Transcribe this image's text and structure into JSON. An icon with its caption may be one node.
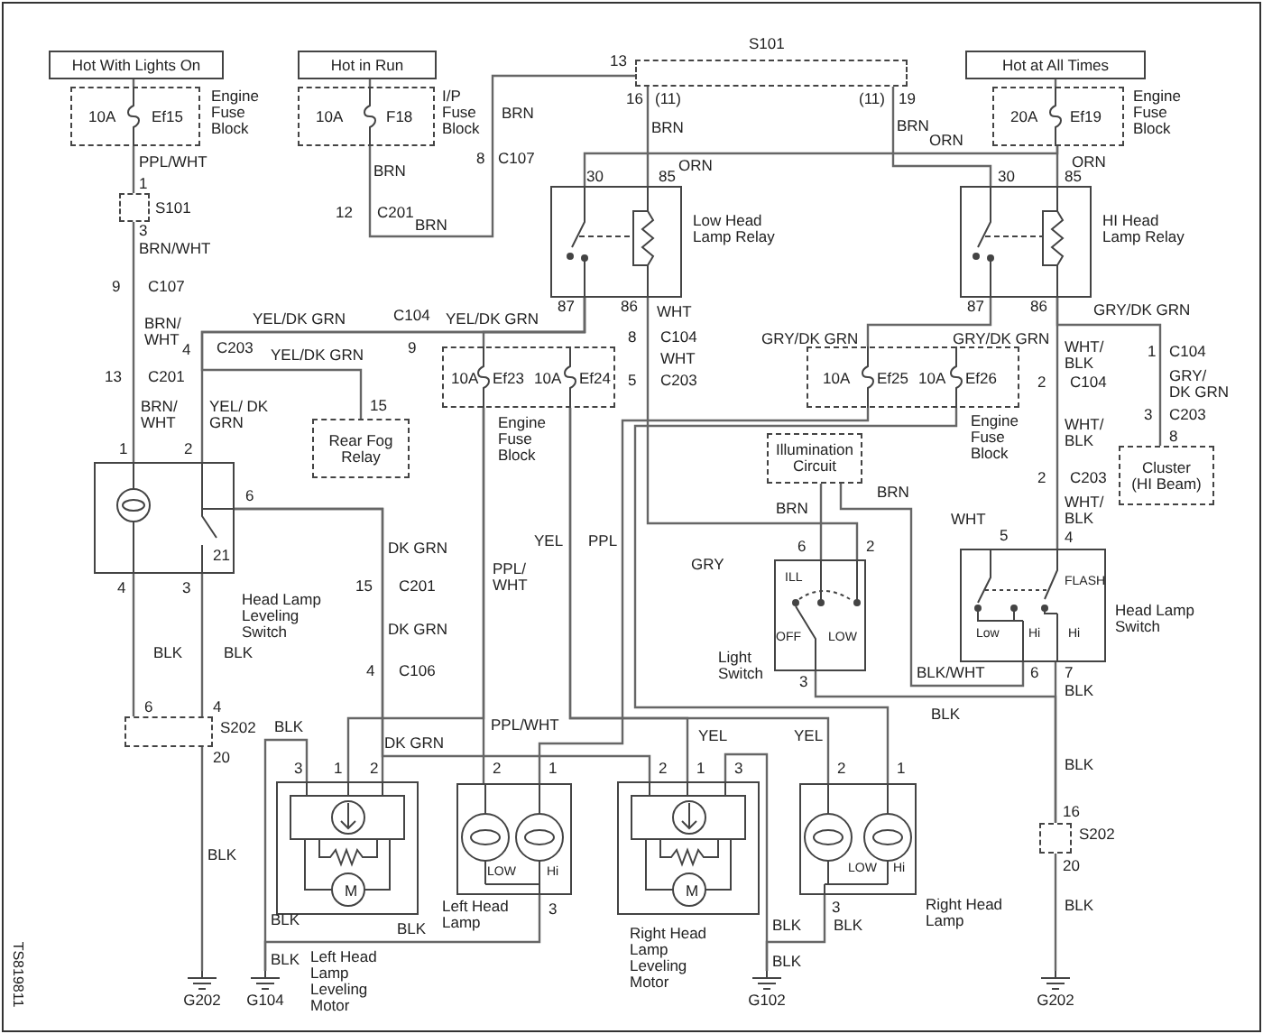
{
  "diagram": {
    "nodes": [
      {
        "text": [
          "Hot With Lights On"
        ]
      },
      {
        "text": [
          "10A",
          "Ef15"
        ],
        "beside": [
          "Engine Fuse Block"
        ]
      },
      {
        "text": [
          "Hot in Run"
        ]
      },
      {
        "text": [
          "10A",
          "F18"
        ],
        "beside": [
          "I/P Fuse Block"
        ]
      },
      {
        "text": [],
        "shape": "box",
        "beside": [
          "S101"
        ]
      },
      {
        "text": [
          "Hot at All Times"
        ]
      },
      {
        "text": [
          "20A",
          "Ef19"
        ],
        "beside": [
          "Engine Fuse Block"
        ]
      },
      {
        "text": [],
        "shape": "box",
        "beside": [
          "S101"
        ]
      },
      {
        "text": [],
        "shape": "box",
        "beside": [
          "Low Head Lamp Relay"
        ]
      },
      {
        "text": [],
        "shape": "box",
        "beside": [
          "HI Head Lamp Relay"
        ]
      },
      {
        "text": [
          "Rear Fog Relay"
        ]
      },
      {
        "text": [
          "10A",
          "Ef23",
          "10A",
          "Ef24"
        ],
        "beside": [
          "Engine Fuse Block"
        ]
      },
      {
        "text": [
          "10A",
          "Ef25",
          "10A",
          "Ef26"
        ],
        "beside": [
          "Engine Fuse Block"
        ]
      },
      {
        "text": [
          "Cluster (HI Beam)"
        ]
      },
      {
        "text": [],
        "shape": "box",
        "beside": [
          "Head Lamp Leveling Switch"
        ]
      },
      {
        "text": [
          "Illumination Circuit"
        ]
      },
      {
        "text": [],
        "shape": "box",
        "beside": [
          "Light Switch"
        ]
      },
      {
        "text": [],
        "shape": "box",
        "beside": [
          "Head Lamp Switch"
        ]
      },
      {
        "text": [],
        "shape": "box",
        "beside": [
          "S202"
        ]
      },
      {
        "text": [],
        "shape": "box",
        "beside": [
          "S202"
        ]
      },
      {
        "text": [
          "M"
        ],
        "beside": [
          "Left Head Lamp Leveling Motor"
        ]
      },
      {
        "text": [],
        "shape": "box",
        "beside": [
          "Left Head Lamp"
        ]
      },
      {
        "text": [
          "M"
        ],
        "beside": [
          "Right Head Lamp Leveling Motor"
        ]
      },
      {
        "text": [],
        "shape": "box",
        "beside": [
          "Right Head Lamp"
        ]
      },
      {
        "text": [
          "G202"
        ]
      },
      {
        "text": [
          "G104"
        ]
      },
      {
        "text": [
          "G102"
        ]
      },
      {
        "text": [
          "G202"
        ]
      }
    ],
    "edges": [
      {
        "from": 0,
        "to": 1,
        "arrow": "none"
      },
      {
        "from": 1,
        "to": 7,
        "arrow": "none"
      },
      {
        "from": 7,
        "to": 14,
        "arrow": "none"
      },
      {
        "from": 2,
        "to": 3,
        "arrow": "none"
      },
      {
        "from": 3,
        "to": 4,
        "arrow": "none"
      },
      {
        "from": 4,
        "to": 8,
        "arrow": "none"
      },
      {
        "from": 4,
        "to": 9,
        "arrow": "none"
      },
      {
        "from": 5,
        "to": 6,
        "arrow": "none"
      },
      {
        "from": 6,
        "to": 9,
        "arrow": "none"
      },
      {
        "from": 6,
        "to": 8,
        "arrow": "none"
      },
      {
        "from": 8,
        "to": 11,
        "arrow": "none"
      },
      {
        "from": 8,
        "to": 14,
        "arrow": "none"
      },
      {
        "from": 8,
        "to": 10,
        "arrow": "none"
      },
      {
        "from": 8,
        "to": 16,
        "arrow": "none"
      },
      {
        "from": 9,
        "to": 12,
        "arrow": "none"
      },
      {
        "from": 9,
        "to": 17,
        "arrow": "none"
      },
      {
        "from": 9,
        "to": 13,
        "arrow": "none"
      },
      {
        "from": 15,
        "to": 16,
        "arrow": "none"
      },
      {
        "from": 17,
        "to": 15,
        "arrow": "none"
      },
      {
        "from": 16,
        "to": 19,
        "arrow": "none"
      },
      {
        "from": 11,
        "to": 21,
        "arrow": "none"
      },
      {
        "from": 11,
        "to": 20,
        "arrow": "none"
      },
      {
        "from": 11,
        "to": 22,
        "arrow": "none"
      },
      {
        "from": 11,
        "to": 23,
        "arrow": "none"
      },
      {
        "from": 12,
        "to": 21,
        "arrow": "none"
      },
      {
        "from": 12,
        "to": 23,
        "arrow": "none"
      },
      {
        "from": 14,
        "to": 20,
        "arrow": "none"
      },
      {
        "from": 14,
        "to": 22,
        "arrow": "none"
      },
      {
        "from": 14,
        "to": 18,
        "arrow": "none"
      },
      {
        "from": 14,
        "to": 18,
        "arrow": "none"
      },
      {
        "from": 18,
        "to": 24,
        "arrow": "none"
      },
      {
        "from": 20,
        "to": 25,
        "arrow": "none"
      },
      {
        "from": 21,
        "to": 25,
        "arrow": "none"
      },
      {
        "from": 22,
        "to": 26,
        "arrow": "none"
      },
      {
        "from": 23,
        "to": 26,
        "arrow": "none"
      },
      {
        "from": 17,
        "to": 19,
        "arrow": "none"
      },
      {
        "from": 19,
        "to": 27,
        "arrow": "none"
      }
    ],
    "labels": [
      "13",
      "16",
      "(11)",
      "(11)",
      "19",
      "BRN",
      "BRN",
      "BRN",
      "ORN",
      "PPL/WHT",
      "BRN",
      "8",
      "C107",
      "ORN",
      "ORN",
      "30",
      "85",
      "30",
      "85",
      "1",
      "12",
      "C201",
      "3",
      "BRN",
      "BRN/WHT",
      "9",
      "C107",
      "YEL/DK GRN",
      "C104",
      "YEL/DK GRN",
      "87",
      "86",
      "WHT",
      "87",
      "86",
      "GRY/DK GRN",
      "BRN/ WHT",
      "4",
      "C203",
      "YEL/DK GRN",
      "9",
      "8",
      "C104",
      "GRY/DK GRN",
      "GRY/DK GRN",
      "WHT/ BLK",
      "1",
      "C104",
      "WHT",
      "13",
      "C201",
      "5",
      "C203",
      "2",
      "C104",
      "GRY/ DK GRN",
      "BRN/ WHT",
      "YEL/ DK GRN",
      "15",
      "3",
      "C203",
      "WHT/ BLK",
      "8",
      "1",
      "2",
      "2",
      "C203",
      "6",
      "BRN",
      "BRN",
      "WHT",
      "WHT/ BLK",
      "DK GRN",
      "YEL",
      "PPL",
      "6",
      "2",
      "5",
      "4",
      "21",
      "GRY",
      "4",
      "3",
      "15",
      "C201",
      "PPL/ WHT",
      "ILL",
      "FLASH",
      "DK GRN",
      "OFF",
      "LOW",
      "Low",
      "Hi",
      "Hi",
      "BLK",
      "BLK",
      "4",
      "C106",
      "3",
      "BLK/WHT",
      "6",
      "7",
      "BLK",
      "6",
      "4",
      "BLK",
      "BLK",
      "DK GRN",
      "PPL/WHT",
      "YEL",
      "YEL",
      "20",
      "3",
      "1",
      "2",
      "2",
      "1",
      "2",
      "1",
      "3",
      "2",
      "1",
      "BLK",
      "16",
      "BLK",
      "LOW",
      "Hi",
      "LOW",
      "Hi",
      "20",
      "3",
      "3",
      "BLK",
      "BLK",
      "BLK",
      "BLK",
      "BLK",
      "BLK",
      "BLK",
      "TS819811"
    ]
  }
}
